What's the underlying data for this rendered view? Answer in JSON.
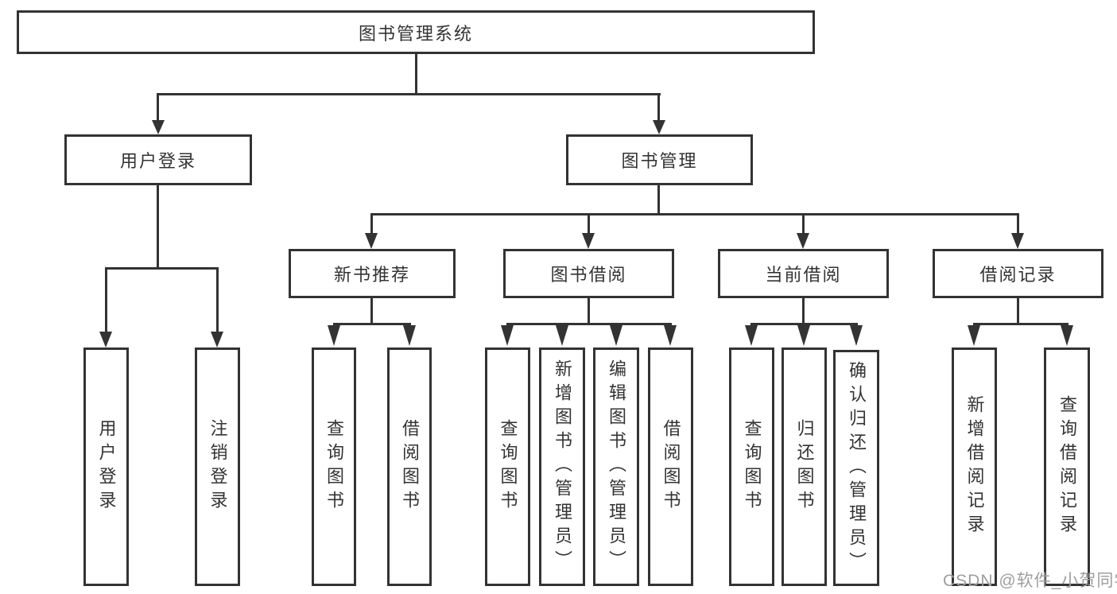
{
  "diagram": {
    "root": {
      "label": "图书管理系统"
    },
    "level2": [
      {
        "label": "用户登录"
      },
      {
        "label": "图书管理"
      }
    ],
    "level3": [
      {
        "label": "新书推荐"
      },
      {
        "label": "图书借阅"
      },
      {
        "label": "当前借阅"
      },
      {
        "label": "借阅记录"
      }
    ],
    "leaves": {
      "user_login": [
        "用户登录",
        "注销登录"
      ],
      "new_book_recommend": [
        "查询图书",
        "借阅图书"
      ],
      "book_borrow": [
        "查询图书",
        "新增图书（管理员）",
        "编辑图书（管理员）",
        "借阅图书"
      ],
      "current_borrow": [
        "查询图书",
        "归还图书",
        "确认归还（管理员）"
      ],
      "borrow_record": [
        "新增借阅记录",
        "查询借阅记录"
      ]
    },
    "colors": {
      "line": "#333333",
      "text": "#333333",
      "background": "#ffffff",
      "watermark": "#9e9e9e"
    }
  },
  "watermark": {
    "text": "CSDN @软件_小贺同学"
  }
}
